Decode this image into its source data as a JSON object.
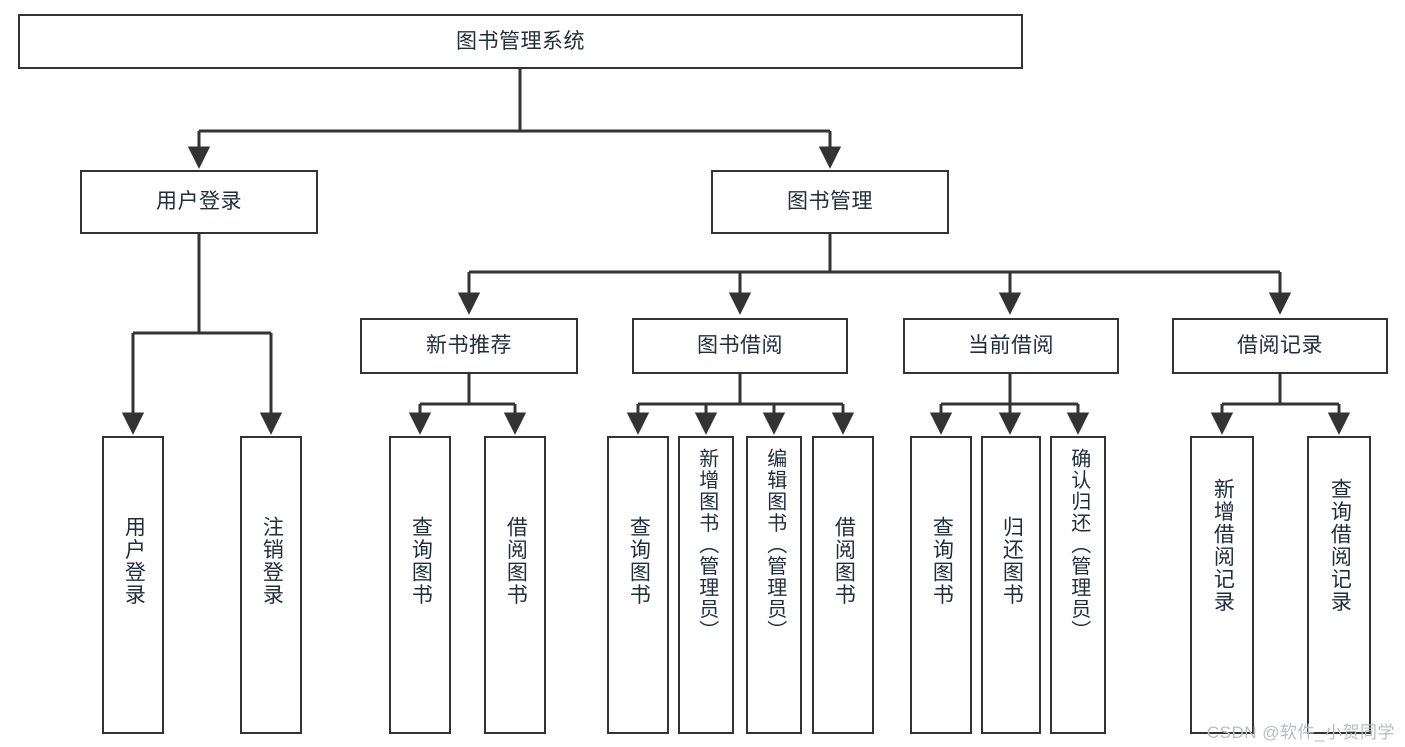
{
  "diagram": {
    "type": "tree",
    "title": "图书管理系统",
    "watermark": "CSDN @软件_小贺同学",
    "colors": {
      "stroke": "#333333",
      "box_fill": "#ffffff",
      "text": "#1f2d3d",
      "watermark": "#b9bcc0",
      "background": "#ffffff"
    },
    "levels": {
      "root": {
        "label": "图书管理系统"
      },
      "level2": [
        {
          "id": "user-login",
          "label": "用户登录"
        },
        {
          "id": "book-manage",
          "label": "图书管理"
        }
      ],
      "level3": [
        {
          "id": "new-book-rec",
          "label": "新书推荐"
        },
        {
          "id": "book-borrow",
          "label": "图书借阅"
        },
        {
          "id": "current-borrow",
          "label": "当前借阅"
        },
        {
          "id": "borrow-record",
          "label": "借阅记录"
        }
      ],
      "leaves": [
        {
          "id": "leaf-user-login",
          "label": "用户登录",
          "parent": "user-login"
        },
        {
          "id": "leaf-logout",
          "label": "注销登录",
          "parent": "user-login"
        },
        {
          "id": "leaf-query-book-1",
          "label": "查询图书",
          "parent": "new-book-rec"
        },
        {
          "id": "leaf-borrow-book-1",
          "label": "借阅图书",
          "parent": "new-book-rec"
        },
        {
          "id": "leaf-query-book-2",
          "label": "查询图书",
          "parent": "book-borrow"
        },
        {
          "id": "leaf-add-book",
          "label": "新增图书（管理员）",
          "parent": "book-borrow"
        },
        {
          "id": "leaf-edit-book",
          "label": "编辑图书（管理员）",
          "parent": "book-borrow"
        },
        {
          "id": "leaf-borrow-book-2",
          "label": "借阅图书",
          "parent": "book-borrow"
        },
        {
          "id": "leaf-query-book-3",
          "label": "查询图书",
          "parent": "current-borrow"
        },
        {
          "id": "leaf-return-book",
          "label": "归还图书",
          "parent": "current-borrow"
        },
        {
          "id": "leaf-confirm-return",
          "label": "确认归还（管理员）",
          "parent": "current-borrow"
        },
        {
          "id": "leaf-add-record",
          "label": "新增借阅记录",
          "parent": "borrow-record"
        },
        {
          "id": "leaf-query-record",
          "label": "查询借阅记录",
          "parent": "borrow-record"
        }
      ]
    }
  }
}
